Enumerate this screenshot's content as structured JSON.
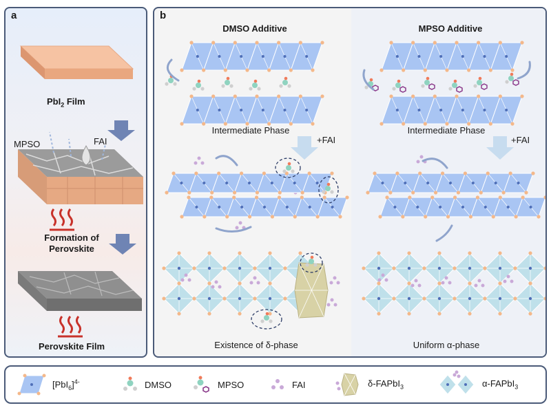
{
  "panel_a": {
    "letter": "a",
    "pbi2_film": "PbI",
    "pbi2_sub": "2",
    "pbi2_suffix": " Film",
    "mpso": "MPSO",
    "fai": "FAI",
    "formation_line1": "Formation of",
    "formation_line2": "Perovskite",
    "perovskite_film": "Perovskite Film"
  },
  "panel_b": {
    "letter": "b",
    "dmso_title": "DMSO Additive",
    "mpso_title": "MPSO Additive",
    "intermediate_left": "Intermediate Phase",
    "intermediate_right": "Intermediate Phase",
    "plus_fai_left": "+FAI",
    "plus_fai_right": "+FAI",
    "delta_existence": "Existence of δ-phase",
    "uniform_alpha": "Uniform α-phase"
  },
  "legend": {
    "pbi6_base": "[PbI",
    "pbi6_sub": "6",
    "pbi6_close": "]",
    "pbi6_sup": "4-",
    "dmso": "DMSO",
    "mpso": "MPSO",
    "fai": "FAI",
    "delta_prefix": "δ-FAPbI",
    "delta_sub": "3",
    "alpha_prefix": "α-FAPbI",
    "alpha_sub": "3"
  },
  "colors": {
    "octahedron": "#a9c5f3",
    "octahedron_edge": "#ffffff",
    "iodide": "#f4b88a",
    "lead": "#4f6fb8",
    "dmso_center": "#8fd3c0",
    "dmso_oxygen": "#f07a5a",
    "mpso_ring": "#8c3c8c",
    "fai": "#c9a9d8",
    "delta_phase": "#d8d2a6",
    "alpha_phase": "#bfe0ea",
    "arrow": "#8fa4cc",
    "frame": "#4a5a78"
  }
}
